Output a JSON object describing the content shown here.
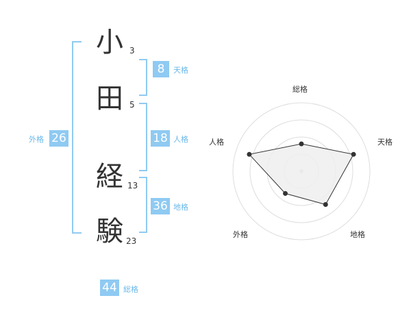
{
  "name_chars": [
    {
      "char": "小",
      "strokes": "3"
    },
    {
      "char": "田",
      "strokes": "5"
    },
    {
      "char": "経",
      "strokes": "13"
    },
    {
      "char": "験",
      "strokes": "23"
    }
  ],
  "kaku": {
    "tenkaku": {
      "value": "8",
      "label": "天格"
    },
    "jinkaku": {
      "value": "18",
      "label": "人格"
    },
    "chikaku": {
      "value": "36",
      "label": "地格"
    },
    "gaikaku": {
      "value": "26",
      "label": "外格"
    },
    "soukaku": {
      "value": "44",
      "label": "総格"
    }
  },
  "colors": {
    "accent": "#8fcaf2",
    "accent_text": "#6ab8e8",
    "radar_fill": "#eeeeee",
    "radar_line": "#333333"
  },
  "chart_data": {
    "type": "radar",
    "axes": [
      "総格",
      "天格",
      "地格",
      "外格",
      "人格"
    ],
    "values": [
      2,
      4,
      3,
      2,
      4
    ],
    "rmax": 5,
    "rings": 4
  }
}
